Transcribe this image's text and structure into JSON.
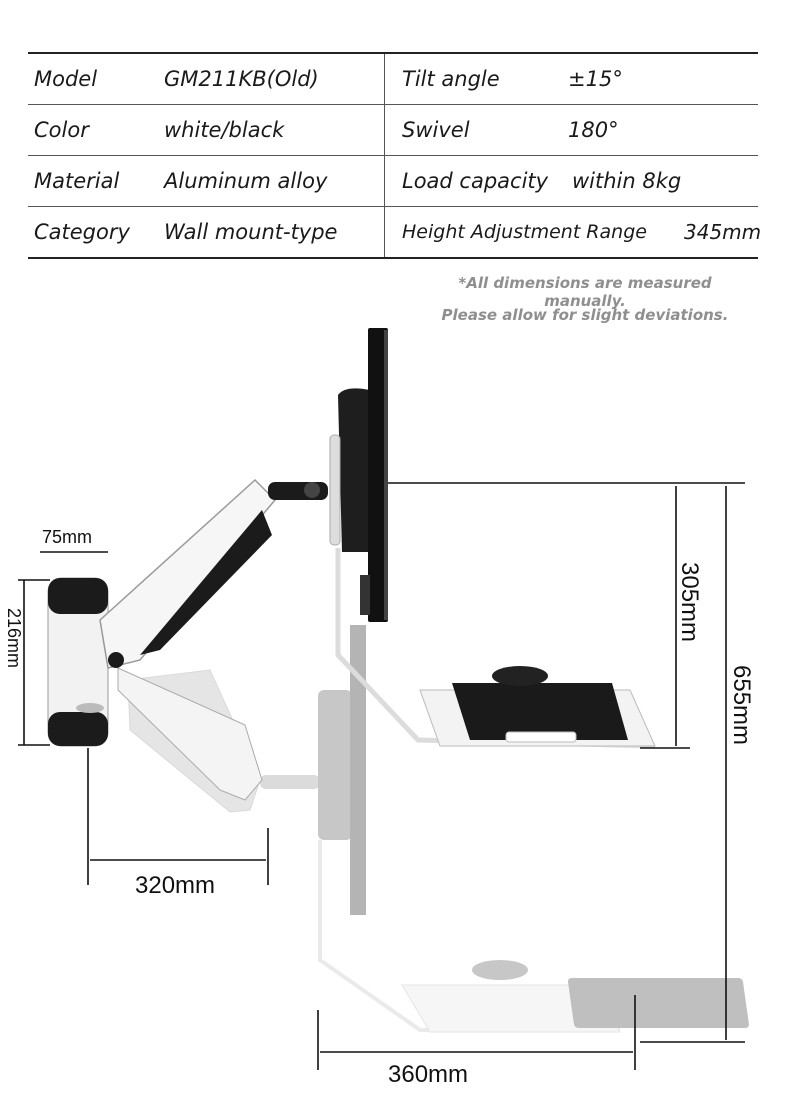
{
  "specs": [
    {
      "label": "Model",
      "value": "GM211KB(Old)",
      "label2": "Tilt angle",
      "value2": "±15°"
    },
    {
      "label": "Color",
      "value": "white/black",
      "label2": "Swivel",
      "value2": "180°"
    },
    {
      "label": "Material",
      "value": "Aluminum alloy",
      "label2": "Load capacity",
      "value2": "within 8kg"
    },
    {
      "label": "Category",
      "value": "Wall mount-type",
      "label2": "Height Adjustment Range",
      "value2": "345mm"
    }
  ],
  "note": {
    "line1": "*All dimensions are measured manually.",
    "line2": "Please allow for slight deviations."
  },
  "dimensions": {
    "plate_width": "75mm",
    "plate_height": "216mm",
    "arm_reach": "320mm",
    "tray_width": "360mm",
    "upper_span": "305mm",
    "total_span": "655mm"
  },
  "colors": {
    "arm": "#f4f4f4",
    "dark": "#1b1b1b",
    "ghost": "#d6d6d6"
  }
}
